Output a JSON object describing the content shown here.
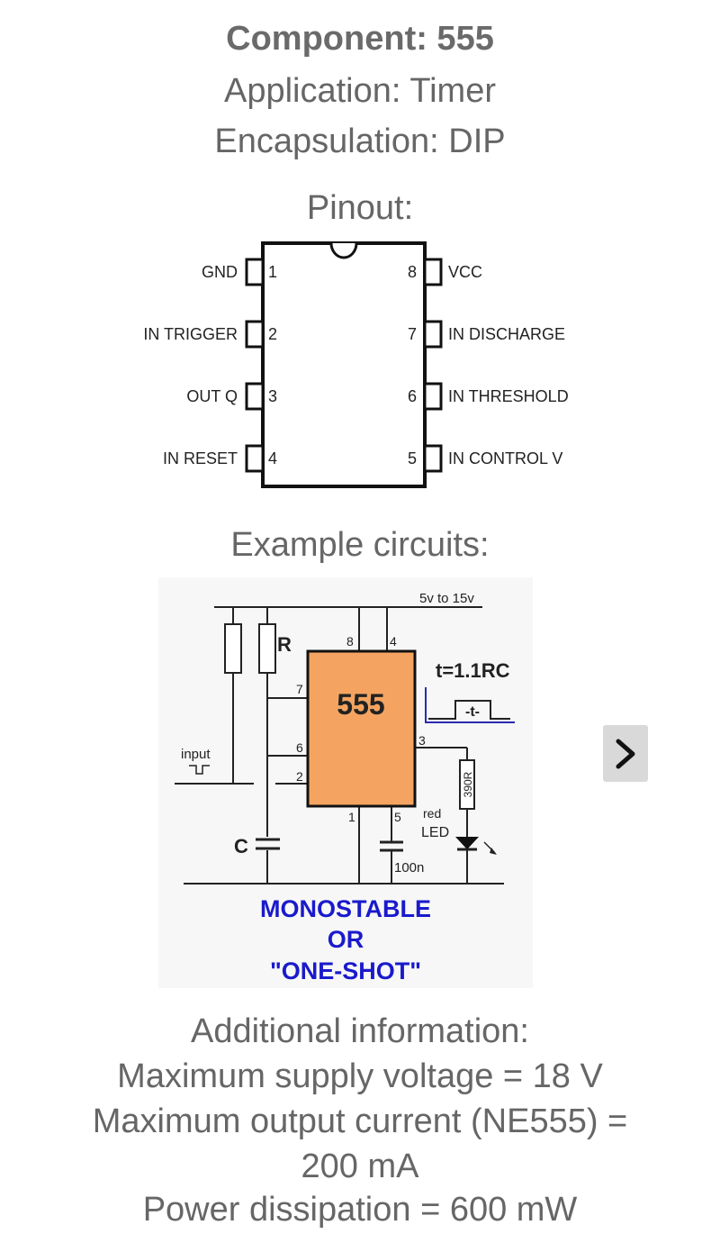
{
  "header": {
    "component": "Component: 555",
    "application": "Application: Timer",
    "encapsulation": "Encapsulation: DIP"
  },
  "pinout": {
    "heading": "Pinout:",
    "left_pins": [
      {
        "number": "1",
        "label": "GND"
      },
      {
        "number": "2",
        "label": "IN TRIGGER"
      },
      {
        "number": "3",
        "label": "OUT Q"
      },
      {
        "number": "4",
        "label": "IN RESET"
      }
    ],
    "right_pins": [
      {
        "number": "8",
        "label": "VCC"
      },
      {
        "number": "7",
        "label": "IN DISCHARGE"
      },
      {
        "number": "6",
        "label": "IN THRESHOLD"
      },
      {
        "number": "5",
        "label": "IN CONTROL V"
      }
    ]
  },
  "examples": {
    "heading": "Example circuits:",
    "circuit": {
      "supply": "5v to 15v",
      "chip": "555",
      "resistor_label": "R",
      "capacitor_label": "C",
      "formula": "t=1.1RC",
      "pulse_label": "-t-",
      "input_label": "input",
      "led_resistor": "390R",
      "led_label_1": "red",
      "led_label_2": "LED",
      "cap_value": "100n",
      "pins": {
        "p8": "8",
        "p4": "4",
        "p7": "7",
        "p6": "6",
        "p2": "2",
        "p3": "3",
        "p1": "1",
        "p5": "5"
      },
      "caption_1": "MONOSTABLE",
      "caption_2": "OR",
      "caption_3": "\"ONE-SHOT\"",
      "caption_color": "#1a1acc",
      "chip_color": "#f4a460"
    },
    "next_button": "chevron-right"
  },
  "additional": {
    "heading": "Additional information:",
    "lines": [
      "Maximum supply voltage = 18 V",
      "Maximum output current (NE555) =",
      "200 mA",
      "Power dissipation = 600 mW"
    ]
  }
}
